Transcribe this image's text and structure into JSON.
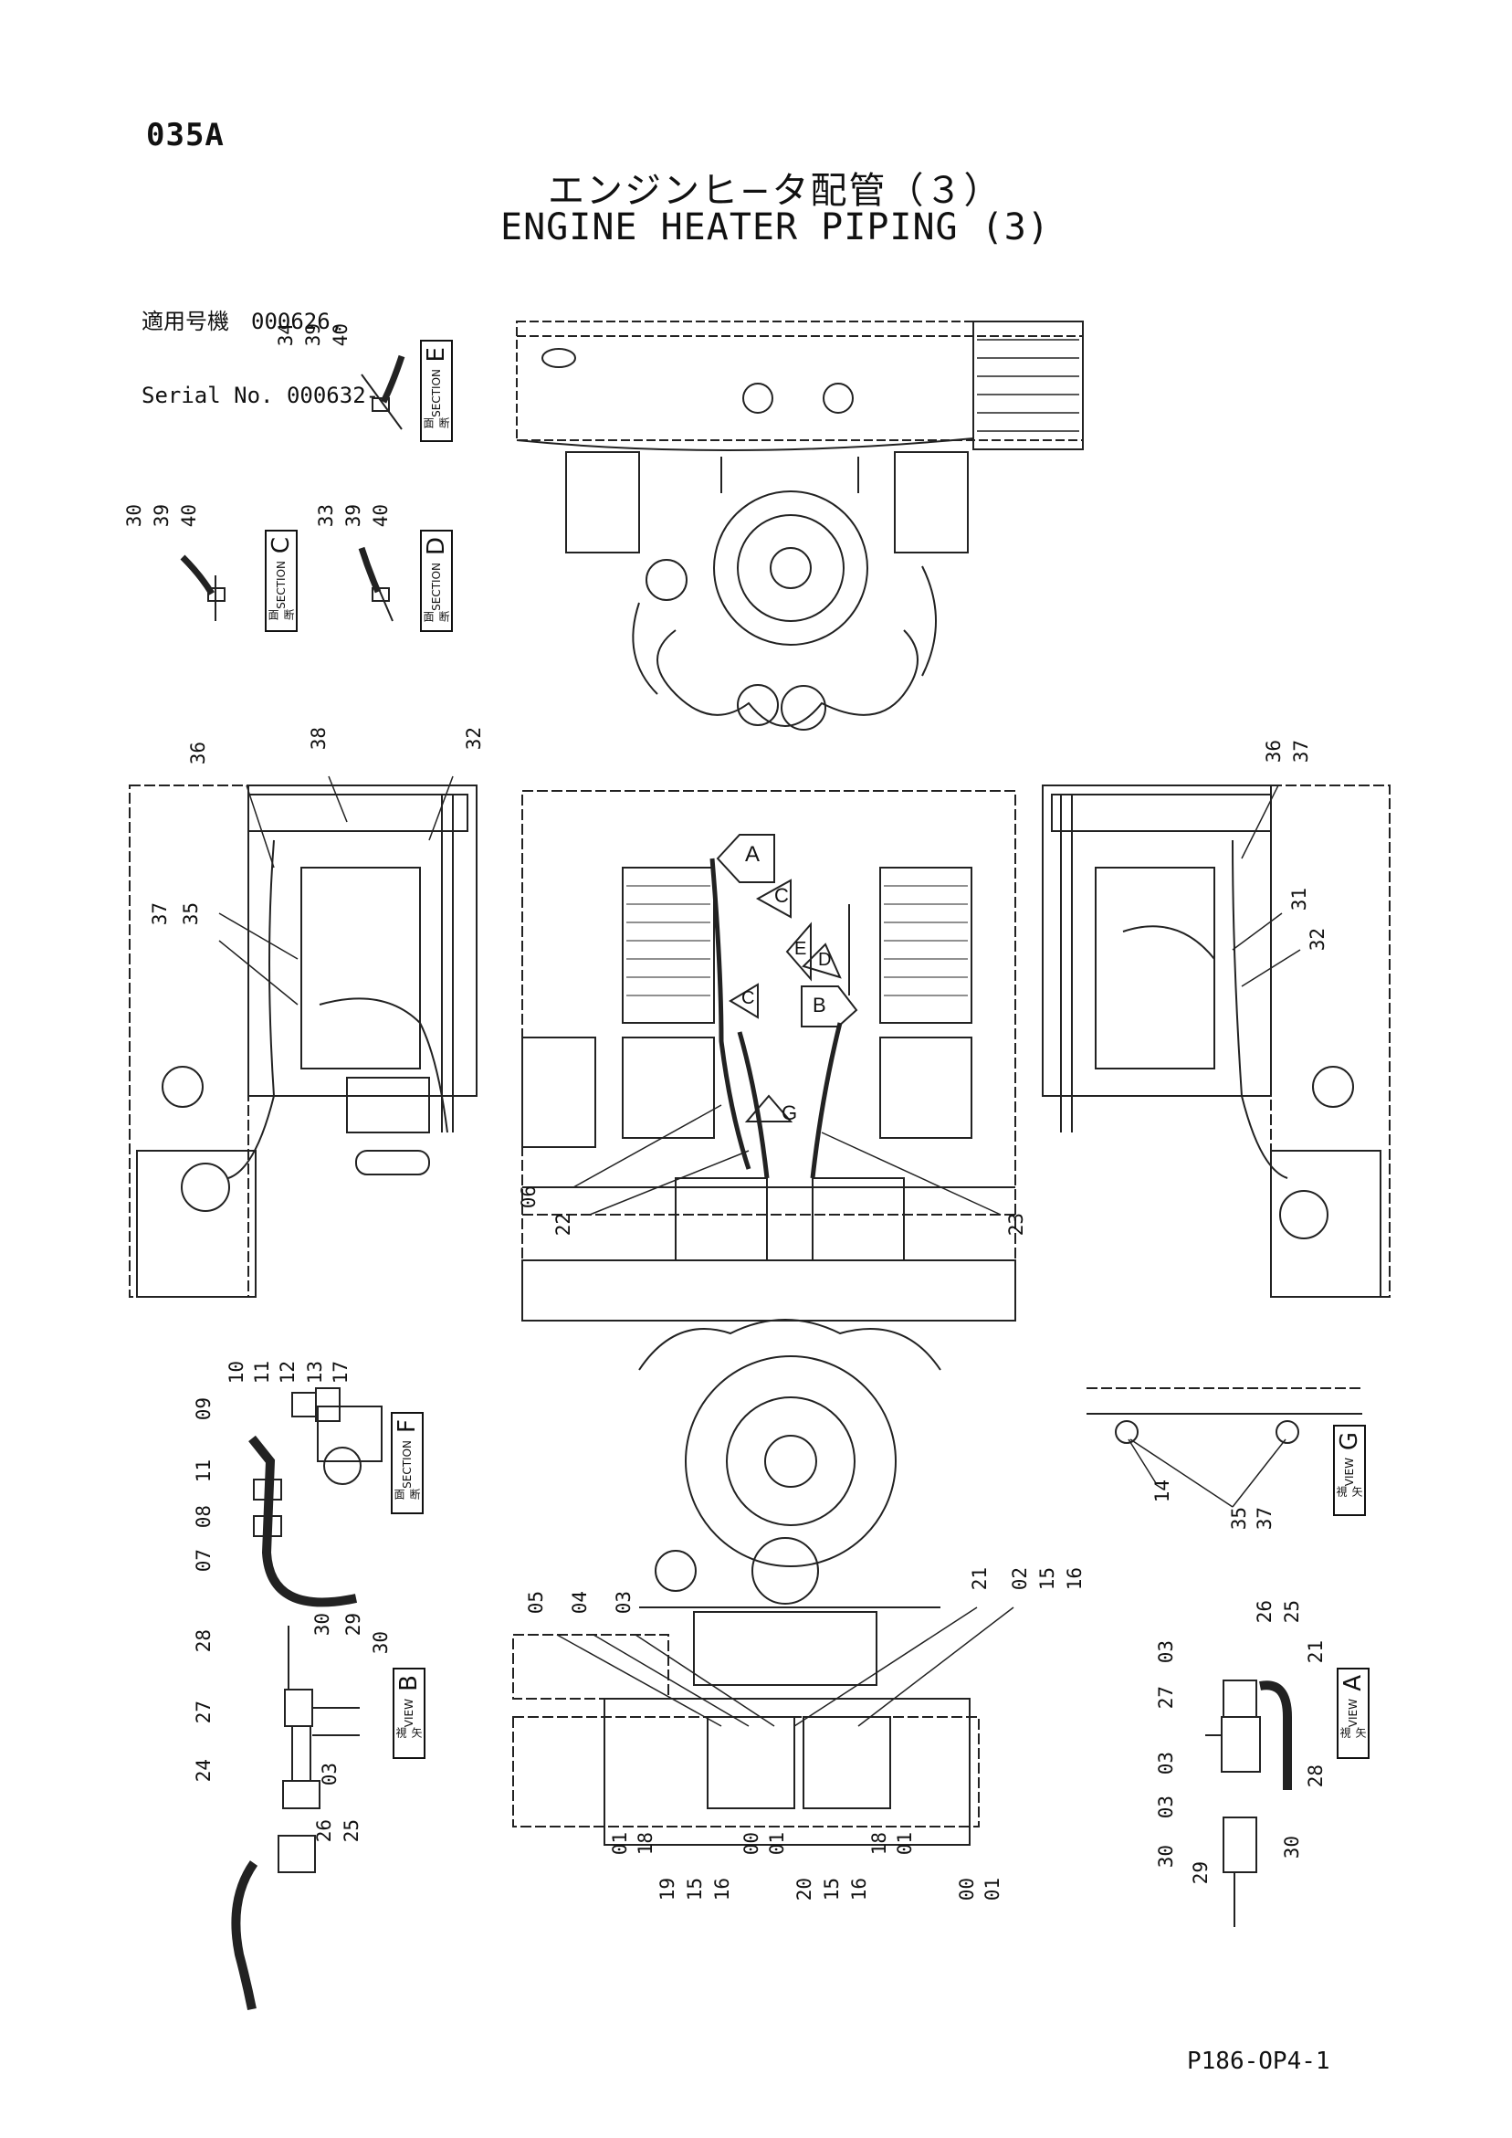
{
  "page_code": "035A",
  "title_jp": "エンジンヒ−タ配管（３）",
  "title_en": "ENGINE HEATER PIPING (3)",
  "serial_line1": "適用号機　000626,",
  "serial_line2": "Serial No. 000632-",
  "footer_code": "P186-OP4-1",
  "sections": {
    "e": {
      "kanji": "断 面",
      "word": "SECTION",
      "letter": "E"
    },
    "c": {
      "kanji": "断 面",
      "word": "SECTION",
      "letter": "C"
    },
    "d": {
      "kanji": "断 面",
      "word": "SECTION",
      "letter": "D"
    },
    "f": {
      "kanji": "断 面",
      "word": "SECTION",
      "letter": "F"
    },
    "b": {
      "kanji": "矢 視",
      "word": "VIEW",
      "letter": "B"
    },
    "g": {
      "kanji": "矢 視",
      "word": "VIEW",
      "letter": "G"
    },
    "a": {
      "kanji": "矢 視",
      "word": "VIEW",
      "letter": "A"
    }
  },
  "arrow_labels": [
    "A",
    "C",
    "E",
    "D",
    "C",
    "B",
    "G"
  ],
  "part_numbers": {
    "e1": "34",
    "e2": "39",
    "e3": "40",
    "c1": "30",
    "c2": "39",
    "c3": "40",
    "d1": "33",
    "d2": "39",
    "d3": "40",
    "l1": "36",
    "l2": "38",
    "l3": "32",
    "l4": "37",
    "l5": "35",
    "r1": "36",
    "r2": "37",
    "r3": "31",
    "r4": "32",
    "m1": "06",
    "m2": "22",
    "m3": "23",
    "f1": "10",
    "f2": "11",
    "f3": "12",
    "f4": "13",
    "f5": "17",
    "f6": "09",
    "f7": "11",
    "f8": "08",
    "f9": "07",
    "g1": "14",
    "g2": "35",
    "g3": "37",
    "b1": "28",
    "b2": "30",
    "b3": "29",
    "b4": "30",
    "b5": "27",
    "b6": "24",
    "b7": "03",
    "b8": "26",
    "b9": "25",
    "bt1": "05",
    "bt2": "04",
    "bt3": "03",
    "bt4": "21",
    "bt5": "02",
    "bt6": "15",
    "bt7": "16",
    "bb1": "01",
    "bb2": "18",
    "bb3": "19",
    "bb4": "15",
    "bb5": "16",
    "bb6": "00",
    "bb7": "01",
    "bb8": "20",
    "bb9": "15",
    "bb10": "16",
    "bb11": "18",
    "bb12": "01",
    "bb13": "00",
    "bb14": "01",
    "a1": "26",
    "a2": "25",
    "a3": "21",
    "a4": "03",
    "a5": "27",
    "a6": "03",
    "a7": "03",
    "a8": "28",
    "a9": "30",
    "a10": "29",
    "a11": "30"
  }
}
